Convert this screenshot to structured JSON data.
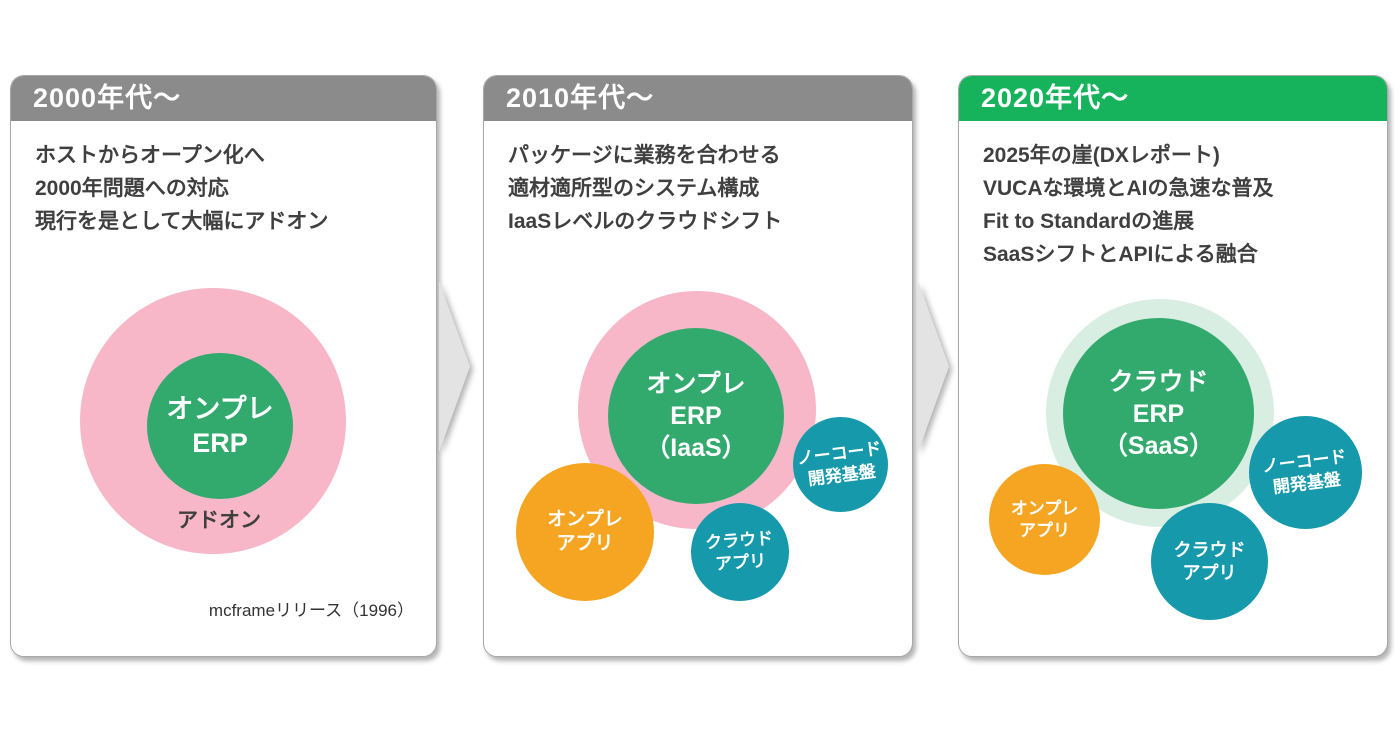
{
  "colors": {
    "header_gray": "#8b8b8b",
    "header_green": "#17b35c",
    "pink": "#f7b7c9",
    "erp_green": "#32a96d",
    "halo_green": "#d9eee2",
    "orange": "#f5a521",
    "teal": "#1599ab",
    "body_text": "#3f3f3f",
    "arrow_gray": "#e3e3e3"
  },
  "panels": [
    {
      "header": "2000年代〜",
      "lines": [
        "ホストからオープン化へ",
        "2000年問題への対応",
        "現行を是として大幅にアドオン"
      ],
      "erp_circle": {
        "label_lines": [
          "オンプレ",
          "ERP"
        ]
      },
      "addon_label": "アドオン",
      "footnote": "mcframeリリース（1996）"
    },
    {
      "header": "2010年代〜",
      "lines": [
        "パッケージに業務を合わせる",
        "適材適所型のシステム構成",
        "IaaSレベルのクラウドシフト"
      ],
      "erp_circle": {
        "label_lines": [
          "オンプレ",
          "ERP",
          "（IaaS）"
        ]
      },
      "onpre_app": {
        "label_lines": [
          "オンプレ",
          "アプリ"
        ]
      },
      "cloud_app": {
        "label_lines": [
          "クラウド",
          "アプリ"
        ]
      },
      "nocode": {
        "label_lines": [
          "ノーコード",
          "開発基盤"
        ]
      }
    },
    {
      "header": "2020年代〜",
      "lines": [
        "2025年の崖(DXレポート)",
        "VUCAな環境とAIの急速な普及",
        "Fit to Standardの進展",
        "SaaSシフトとAPIによる融合"
      ],
      "erp_circle": {
        "label_lines": [
          "クラウド",
          "ERP",
          "（SaaS）"
        ]
      },
      "onpre_app": {
        "label_lines": [
          "オンプレ",
          "アプリ"
        ]
      },
      "cloud_app": {
        "label_lines": [
          "クラウド",
          "アプリ"
        ]
      },
      "nocode": {
        "label_lines": [
          "ノーコード",
          "開発基盤"
        ]
      }
    }
  ]
}
